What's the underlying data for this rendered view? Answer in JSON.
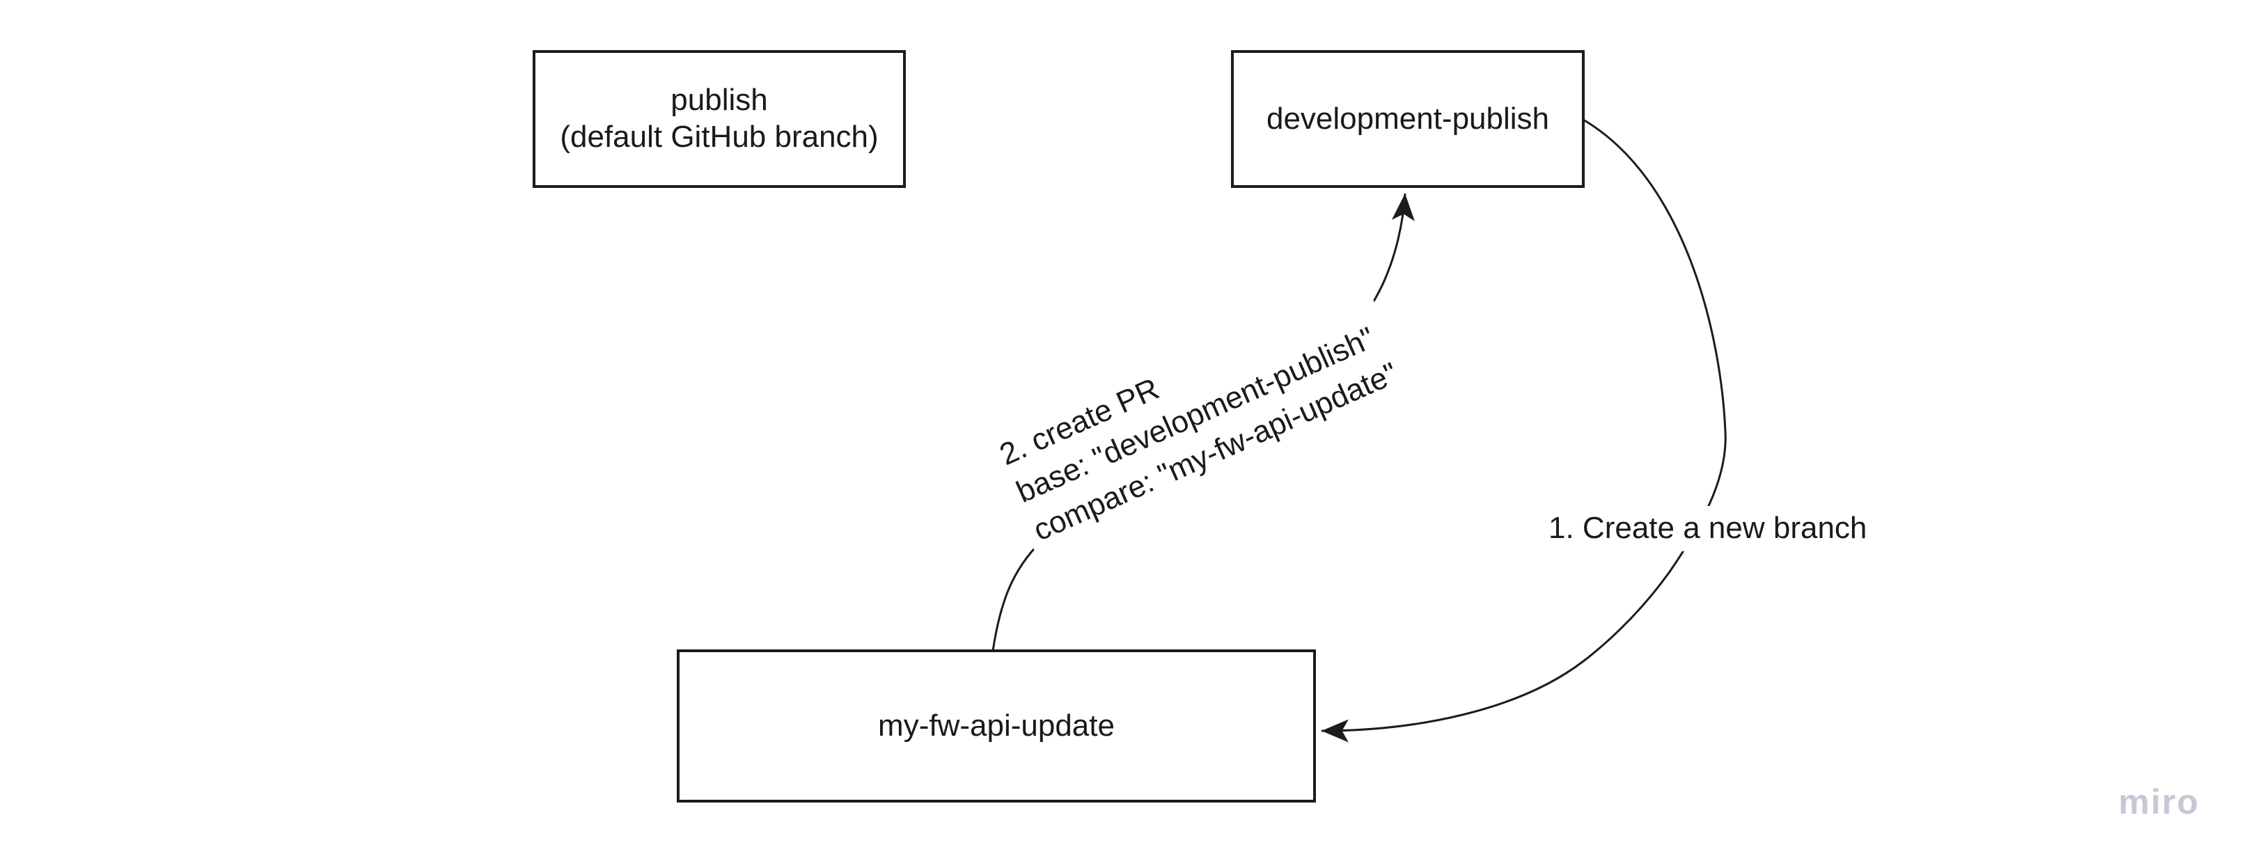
{
  "canvas": {
    "background_color": "#ffffff",
    "stroke_color": "#1c1c1e",
    "text_color": "#1a1a1a"
  },
  "nodes": {
    "publish": {
      "line1": "publish",
      "line2": "(default GitHub branch)"
    },
    "development_publish": {
      "label": "development-publish"
    },
    "my_fw_api_update": {
      "label": "my-fw-api-update"
    }
  },
  "edges": {
    "create_branch": {
      "label": "1. Create a new branch"
    },
    "create_pr": {
      "line1": "2. create PR",
      "line2": "base: \"development-publish\"",
      "line3": "compare: \"my-fw-api-update\""
    }
  },
  "watermark": {
    "label": "miro",
    "color": "#c6c8d5"
  }
}
